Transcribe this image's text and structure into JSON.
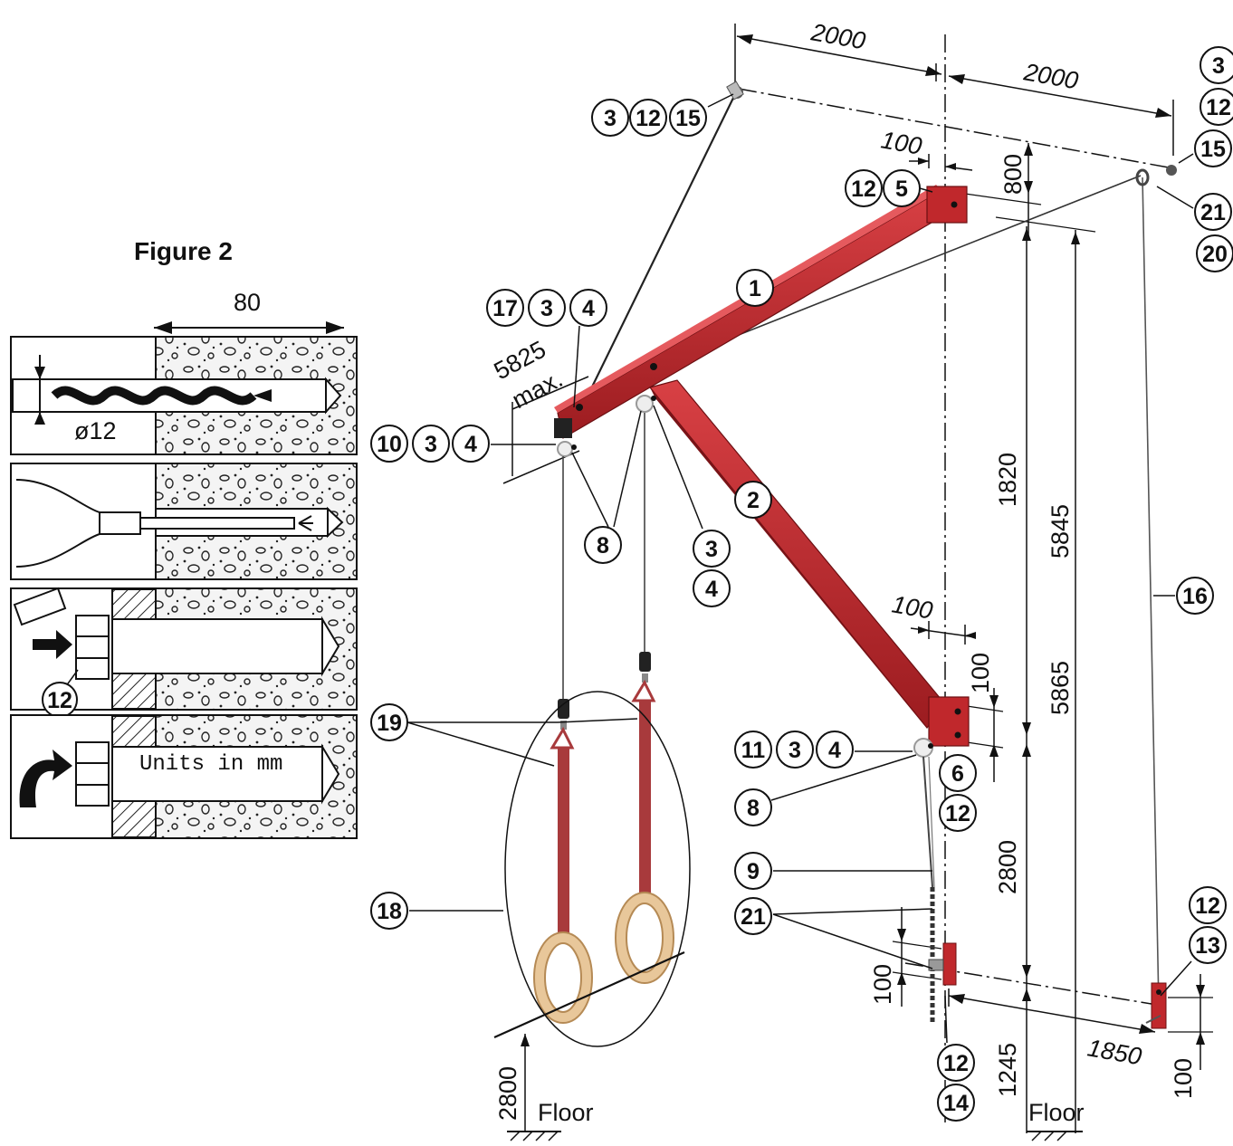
{
  "figure": {
    "title": "Figure 2",
    "depth_dim": "80",
    "drill_diameter": "ø12",
    "anchor_callout": "12",
    "units_note": "Units in mm"
  },
  "dimensions": {
    "left_span": "2000",
    "right_span": "2000",
    "offset_top": "100",
    "height_800": "800",
    "max_reach": "5825",
    "max_word": "max.",
    "h_1820": "1820",
    "h_5845": "5845",
    "offset_bracket": "100",
    "bracket_height": "100",
    "h_5865": "5865",
    "h_2800_right": "2800",
    "chain_bracket": "100",
    "h_1245": "1245",
    "spacing_1850": "1850",
    "floor_bracket": "100",
    "rings_height": "2800"
  },
  "labels": {
    "floor_left": "Floor",
    "floor_right": "Floor"
  },
  "callouts": {
    "c_3a": "3",
    "c_12a": "12",
    "c_15a": "15",
    "c_3b": "3",
    "c_12b": "12",
    "c_15b": "15",
    "c_21a": "21",
    "c_20": "20",
    "c_12c": "12",
    "c_5": "5",
    "c_1": "1",
    "c_17": "17",
    "c_3c": "3",
    "c_4a": "4",
    "c_10": "10",
    "c_3d": "3",
    "c_4b": "4",
    "c_8a": "8",
    "c_2": "2",
    "c_3e": "3",
    "c_4c": "4",
    "c_16": "16",
    "c_19": "19",
    "c_11": "11",
    "c_3f": "3",
    "c_4d": "4",
    "c_6": "6",
    "c_8b": "8",
    "c_12d": "12",
    "c_9": "9",
    "c_18": "18",
    "c_21b": "21",
    "c_12e": "12",
    "c_13": "13",
    "c_12f": "12",
    "c_14": "14"
  },
  "colors": {
    "beam": "#c0282c",
    "beam_dark": "#8e1a1e",
    "strap": "#a83a3c",
    "ring": "#e8c79a",
    "ring_edge": "#b58a55"
  }
}
